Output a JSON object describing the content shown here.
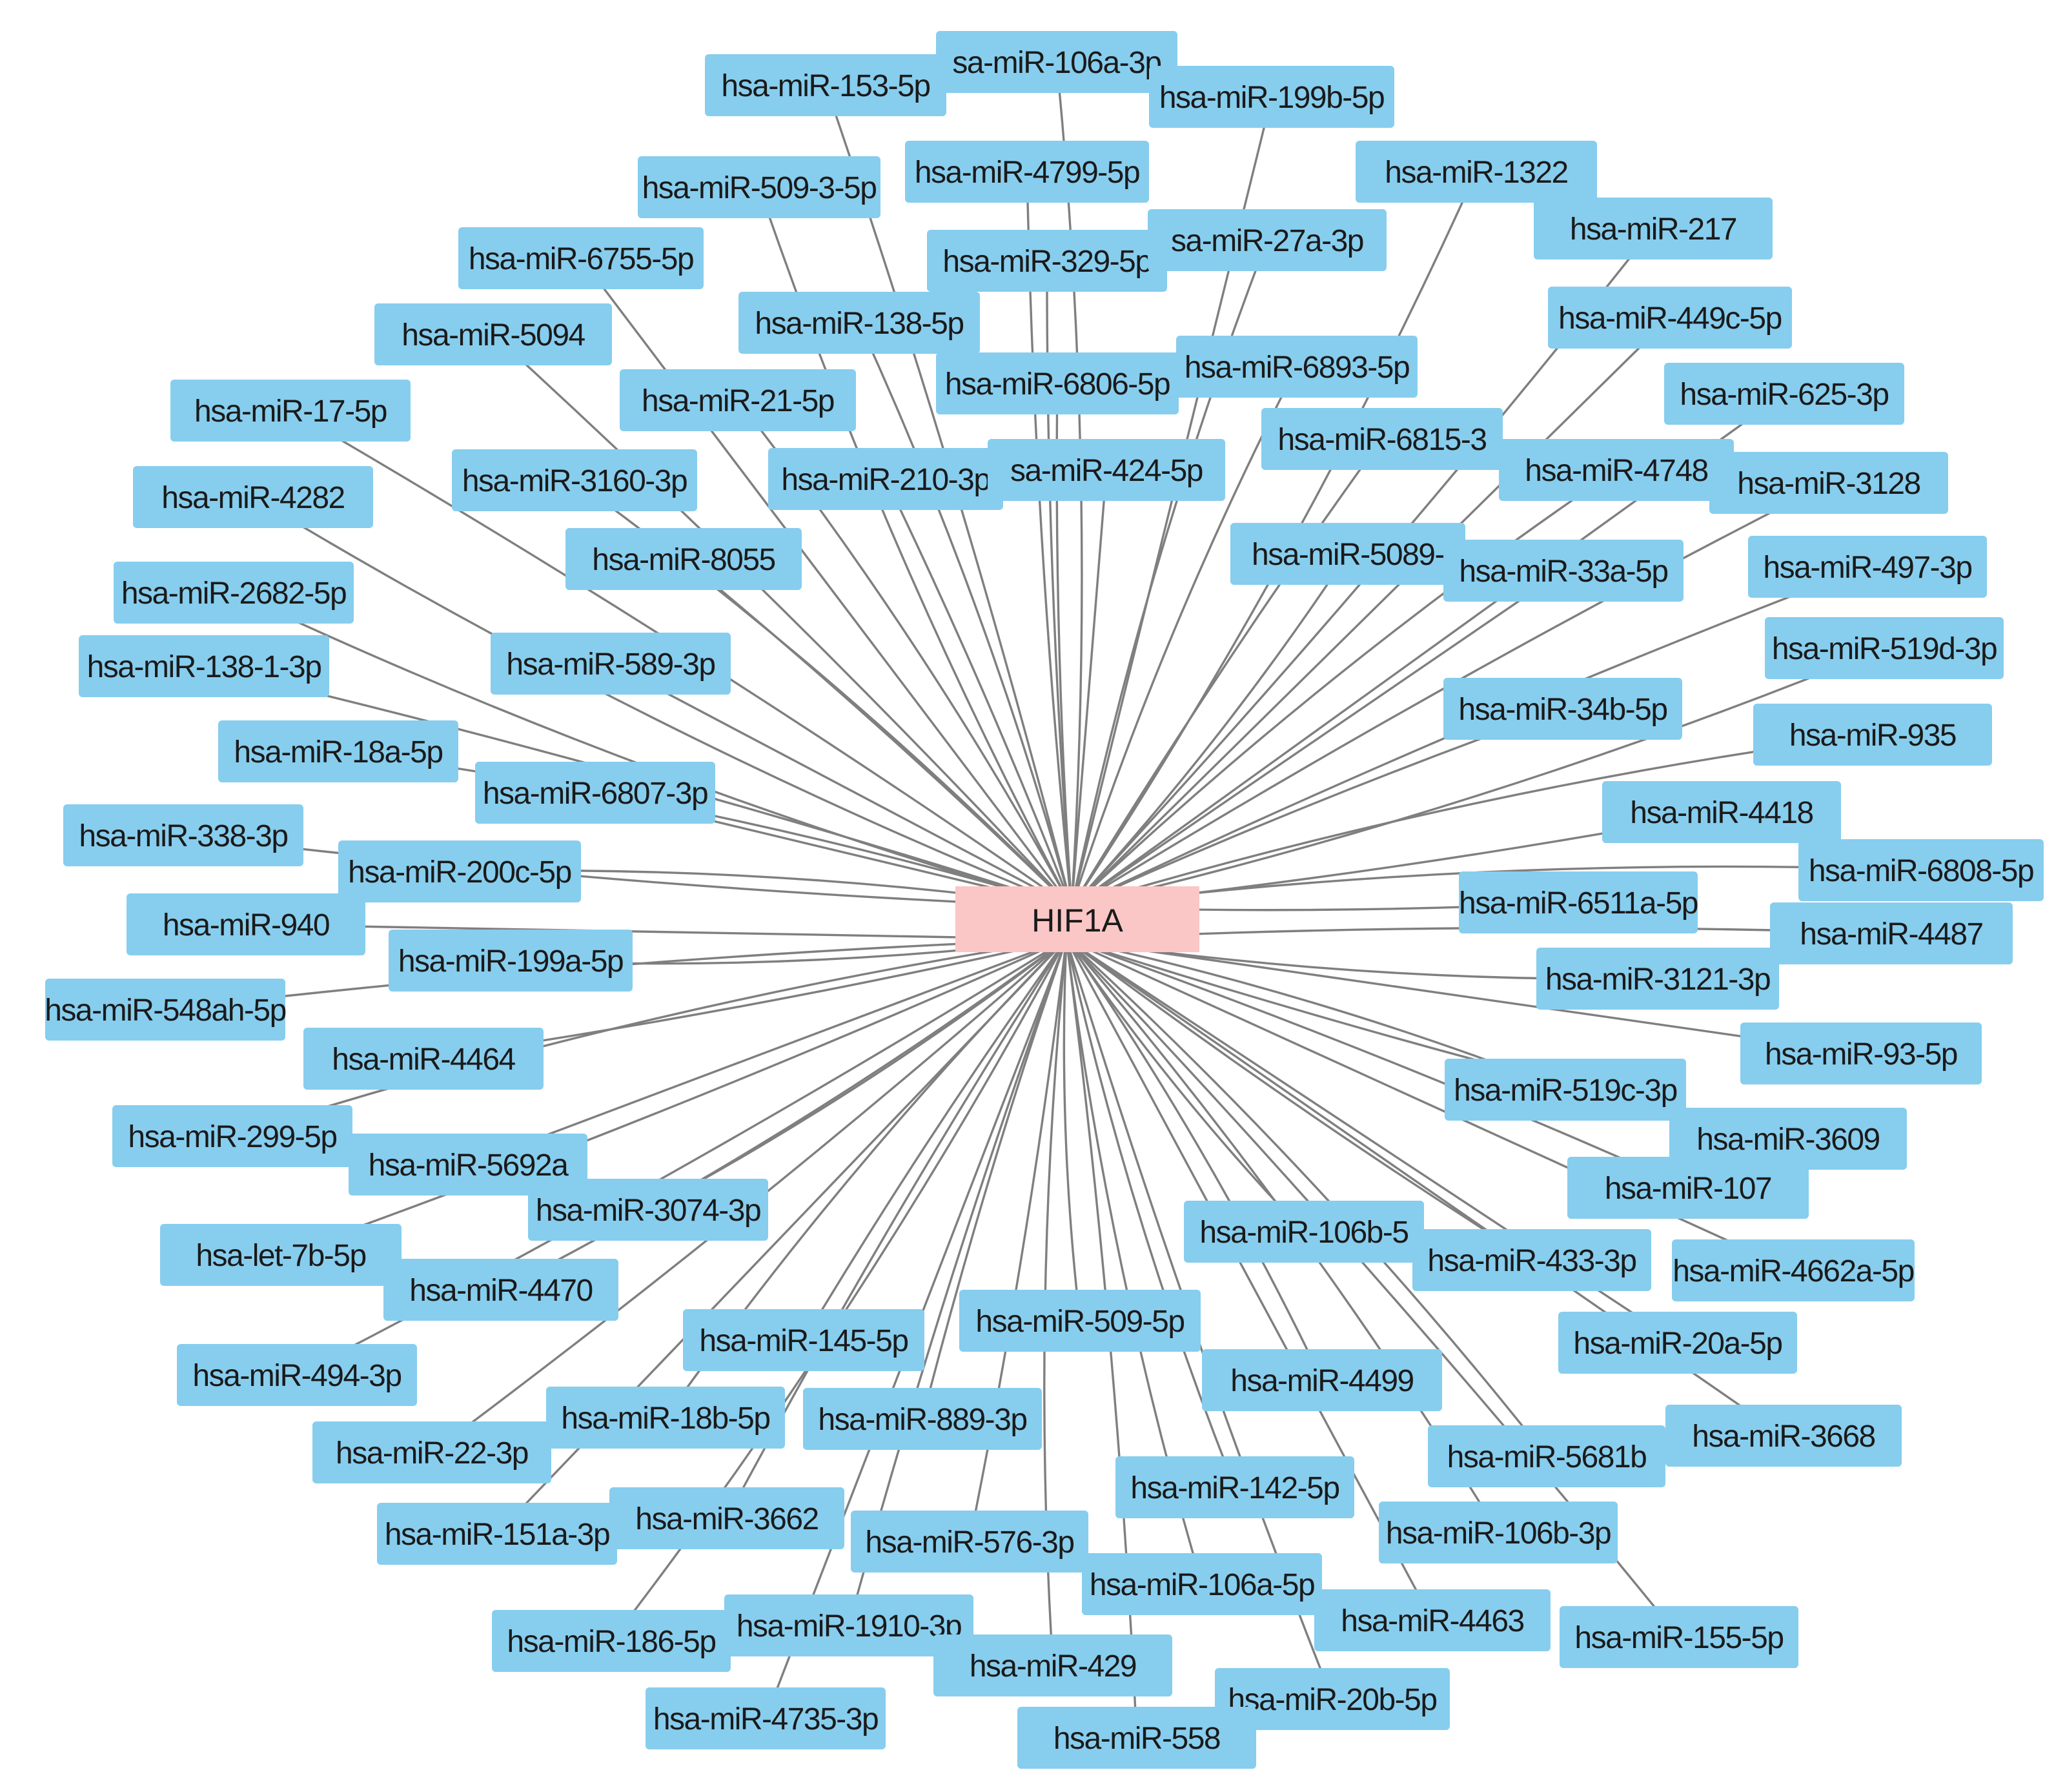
{
  "hub": {
    "label": "HIF1A",
    "color": "#fbc6c6"
  },
  "node_color": "#87cdee",
  "edge_color": "#7f7f7f",
  "nodes": [
    "sa-miR-106a-3p",
    "hsa-miR-153-5p",
    "hsa-miR-199b-5p",
    "hsa-miR-4799-5p",
    "hsa-miR-509-3-5p",
    "hsa-miR-1322",
    "hsa-miR-217",
    "hsa-miR-6755-5p",
    "hsa-miR-329-5p",
    "sa-miR-27a-3p",
    "hsa-miR-138-5p",
    "hsa-miR-5094",
    "hsa-miR-449c-5p",
    "hsa-miR-6806-5p",
    "hsa-miR-6893-5p",
    "hsa-miR-21-5p",
    "hsa-miR-17-5p",
    "hsa-miR-625-3p",
    "hsa-miR-6815-3",
    "hsa-miR-4748",
    "hsa-miR-3160-3p",
    "hsa-miR-210-3p",
    "sa-miR-424-5p",
    "hsa-miR-3128",
    "hsa-miR-4282",
    "hsa-miR-5089-",
    "hsa-miR-8055",
    "hsa-miR-33a-5p",
    "hsa-miR-497-3p",
    "hsa-miR-2682-5p",
    "hsa-miR-519d-3p",
    "hsa-miR-138-1-3p",
    "hsa-miR-589-3p",
    "hsa-miR-34b-5p",
    "hsa-miR-935",
    "hsa-miR-18a-5p",
    "hsa-miR-4418",
    "hsa-miR-6807-3p",
    "hsa-miR-338-3p",
    "hsa-miR-6808-5p",
    "hsa-miR-200c-5p",
    "hsa-miR-6511a-5p",
    "hsa-miR-940",
    "hsa-miR-4487",
    "hsa-miR-199a-5p",
    "hsa-miR-3121-3p",
    "hsa-miR-548ah-5p",
    "hsa-miR-93-5p",
    "hsa-miR-4464",
    "hsa-miR-519c-3p",
    "hsa-miR-299-5p",
    "hsa-miR-3609",
    "hsa-miR-5692a",
    "hsa-miR-107",
    "hsa-miR-3074-3p",
    "hsa-miR-106b-5",
    "hsa-miR-433-3p",
    "hsa-miR-4662a-5p",
    "hsa-let-7b-5p",
    "hsa-miR-4470",
    "hsa-miR-509-5p",
    "hsa-miR-145-5p",
    "hsa-miR-20a-5p",
    "hsa-miR-494-3p",
    "hsa-miR-4499",
    "hsa-miR-18b-5p",
    "hsa-miR-889-3p",
    "hsa-miR-3668",
    "hsa-miR-22-3p",
    "hsa-miR-5681b",
    "hsa-miR-142-5p",
    "hsa-miR-3662",
    "hsa-miR-151a-3p",
    "hsa-miR-576-3p",
    "hsa-miR-106b-3p",
    "hsa-miR-106a-5p",
    "hsa-miR-1910-3p",
    "hsa-miR-4463",
    "hsa-miR-155-5p",
    "hsa-miR-186-5p",
    "hsa-miR-429",
    "hsa-miR-20b-5p",
    "hsa-miR-4735-3p",
    "hsa-miR-558"
  ]
}
